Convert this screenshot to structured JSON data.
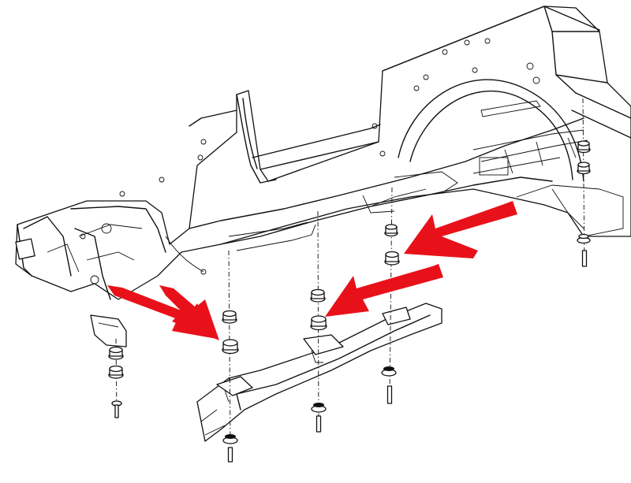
{
  "diagram": {
    "subject": "body-mount",
    "colors": {
      "line": "#111111",
      "background": "#ffffff",
      "arrow": "#e8111a"
    },
    "mount_stacks": [
      {
        "name": "front-left-mount"
      },
      {
        "name": "center-left-mount"
      },
      {
        "name": "center-mid-mount"
      },
      {
        "name": "center-right-mount"
      },
      {
        "name": "rear-right-mount"
      }
    ],
    "highlight_arrows": [
      {
        "name": "arrow-left-upper"
      },
      {
        "name": "arrow-left-lower"
      },
      {
        "name": "arrow-center"
      },
      {
        "name": "arrow-right"
      }
    ]
  }
}
